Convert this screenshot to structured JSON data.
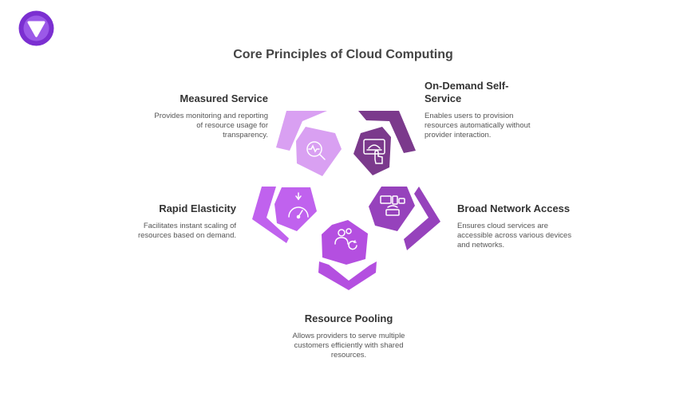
{
  "title": "Core Principles of Cloud Computing",
  "logo_icon": "shield-logo-icon",
  "colors": {
    "measured": "#D9A0F2",
    "on_demand": "#7B3A8C",
    "broad_network": "#9642BC",
    "resource_pooling": "#B44FE0",
    "rapid_elasticity": "#C062EE",
    "logo": "#7B2FD1"
  },
  "principles": {
    "measured": {
      "title": "Measured Service",
      "description": "Provides monitoring and reporting of resource usage for transparency.",
      "icon": "gauge-magnifier-icon"
    },
    "on_demand": {
      "title": "On-Demand Self-Service",
      "description": "Enables users to provision resources automatically without provider interaction.",
      "icon": "touch-screen-service-icon"
    },
    "broad_network": {
      "title": "Broad Network Access",
      "description": "Ensures cloud services are accessible across various devices and networks.",
      "icon": "devices-router-icon"
    },
    "resource_pooling": {
      "title": "Resource Pooling",
      "description": "Allows providers to serve multiple customers efficiently with shared resources.",
      "icon": "users-sync-icon"
    },
    "rapid_elasticity": {
      "title": "Rapid Elasticity",
      "description": "Facilitates instant scaling of resources based on demand.",
      "icon": "speedometer-icon"
    }
  }
}
